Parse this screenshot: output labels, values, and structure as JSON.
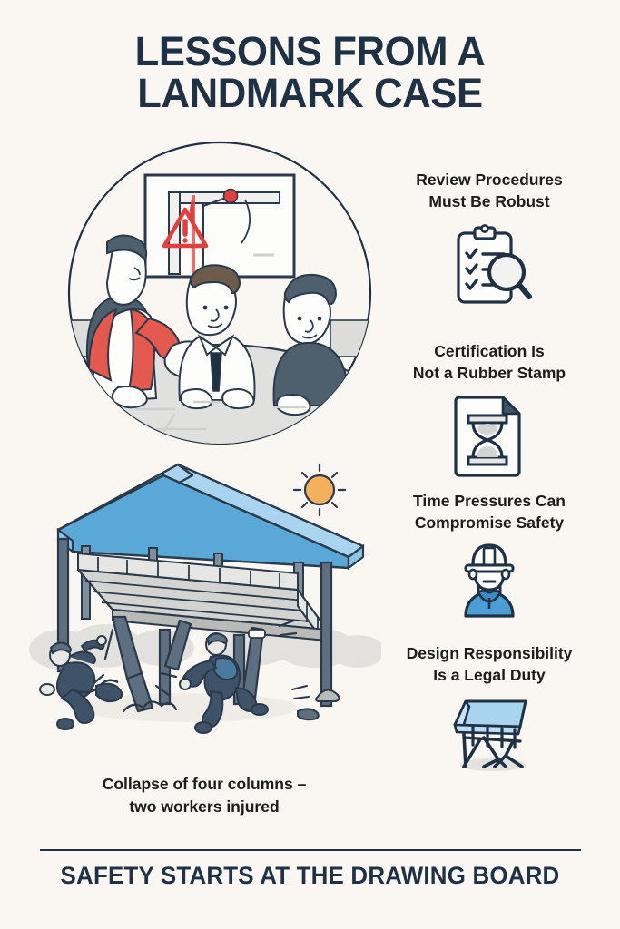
{
  "document": {
    "type": "infographic",
    "background_color": "#faf7f2",
    "navy": "#1f3145",
    "red": "#e0413f",
    "blue": "#5aa8d8",
    "light_blue": "#a8d4ef",
    "orange": "#f5b05e",
    "gray": "#d8d8d8"
  },
  "title": {
    "line1": "Lessons From A",
    "line2": "Landmark Case"
  },
  "main_illustration": {
    "name": "meeting-review-scene",
    "caption_alt": "Three people reviewing a structural drawing with a warning sign",
    "whiteboard": {
      "warning_symbol": "!",
      "warning_color": "#e0413f"
    },
    "people": [
      {
        "role": "engineer-woman",
        "garment_color": "#e4594d"
      },
      {
        "role": "engineer-man-center",
        "garment_color": "#ffffff",
        "tie_color": "#1f3145"
      },
      {
        "role": "engineer-man-right",
        "garment_color": "#4e5f6e"
      }
    ]
  },
  "collapse_illustration": {
    "name": "grandstand-collapse-scene",
    "roof_color": "#5aa8d8",
    "structure_color": "#5d6f80",
    "sun_color": "#f5b05e",
    "workers": 2
  },
  "caption": {
    "line1": "Collapse of four columns –",
    "line2": "two workers injured",
    "full": "Collapse of four columns –\ntwo workers injured"
  },
  "lessons": [
    {
      "id": "review-procedures",
      "label": "Review Procedures\nMust Be Robust",
      "icon": "clipboard-magnifier-icon"
    },
    {
      "id": "certification",
      "label": "Certification Is\nNot a Rubber Stamp",
      "icon": "document-hourglass-icon"
    },
    {
      "id": "time-pressure",
      "label": "Time Pressures Can\nCompromise Safety",
      "icon": "hardhat-worker-icon"
    },
    {
      "id": "design-responsibility",
      "label": "Design Responsibility\nIs a Legal Duty",
      "icon": "collapsed-structure-icon"
    }
  ],
  "footer": {
    "text": "Safety Starts At The Drawing Board"
  }
}
